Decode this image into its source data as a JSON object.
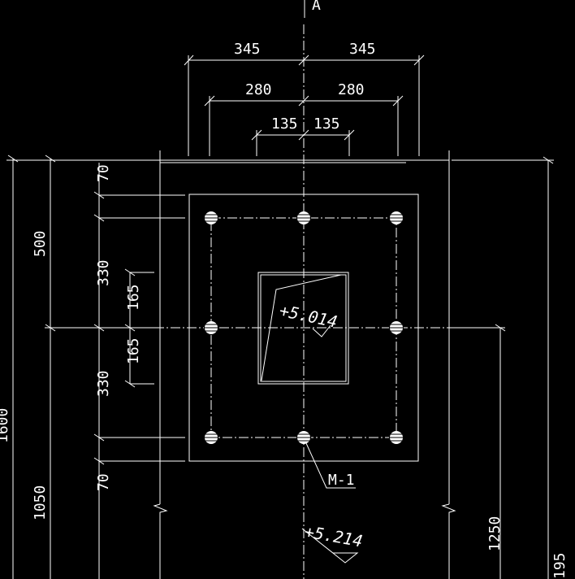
{
  "section_mark": "A",
  "dims_top": {
    "outer_left": "345",
    "outer_right": "345",
    "mid_left": "280",
    "mid_right": "280",
    "inner_left": "135",
    "inner_right": "135"
  },
  "dims_left": {
    "d70_top": "70",
    "d330_top": "330",
    "d165_top": "165",
    "d165_bot": "165",
    "d330_bot": "330",
    "d70_bot": "70",
    "d500": "500",
    "d1050": "1050",
    "d1600": "1600"
  },
  "dims_right": {
    "d1250": "1250",
    "d195": "195"
  },
  "elevations": {
    "inner": "+5.014",
    "lower": "+5.214"
  },
  "callouts": {
    "bolt": "M-1"
  }
}
